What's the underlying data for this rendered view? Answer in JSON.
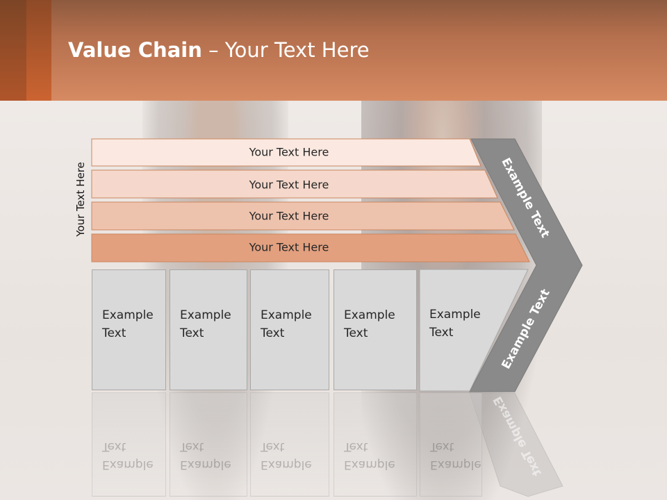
{
  "slide": {
    "title_bold": "Value Chain",
    "title_rest": " – Your Text Here",
    "side_label": "Your Text Here"
  },
  "bars": [
    {
      "label": "Your Text Here",
      "color": "#fbe9e1"
    },
    {
      "label": "Your Text Here",
      "color": "#f5d8cb"
    },
    {
      "label": "Your Text Here",
      "color": "#eec3ae"
    },
    {
      "label": "Your Text Here",
      "color": "#e2a07f"
    }
  ],
  "boxes": [
    {
      "line1": "Example",
      "line2": "Text"
    },
    {
      "line1": "Example",
      "line2": "Text"
    },
    {
      "line1": "Example",
      "line2": "Text"
    },
    {
      "line1": "Example",
      "line2": "Text"
    },
    {
      "line1": "Example",
      "line2": "Text"
    }
  ],
  "chevron": {
    "upper_label": "Example Text",
    "lower_label": "Example Text",
    "color": "#8a8a8a"
  }
}
